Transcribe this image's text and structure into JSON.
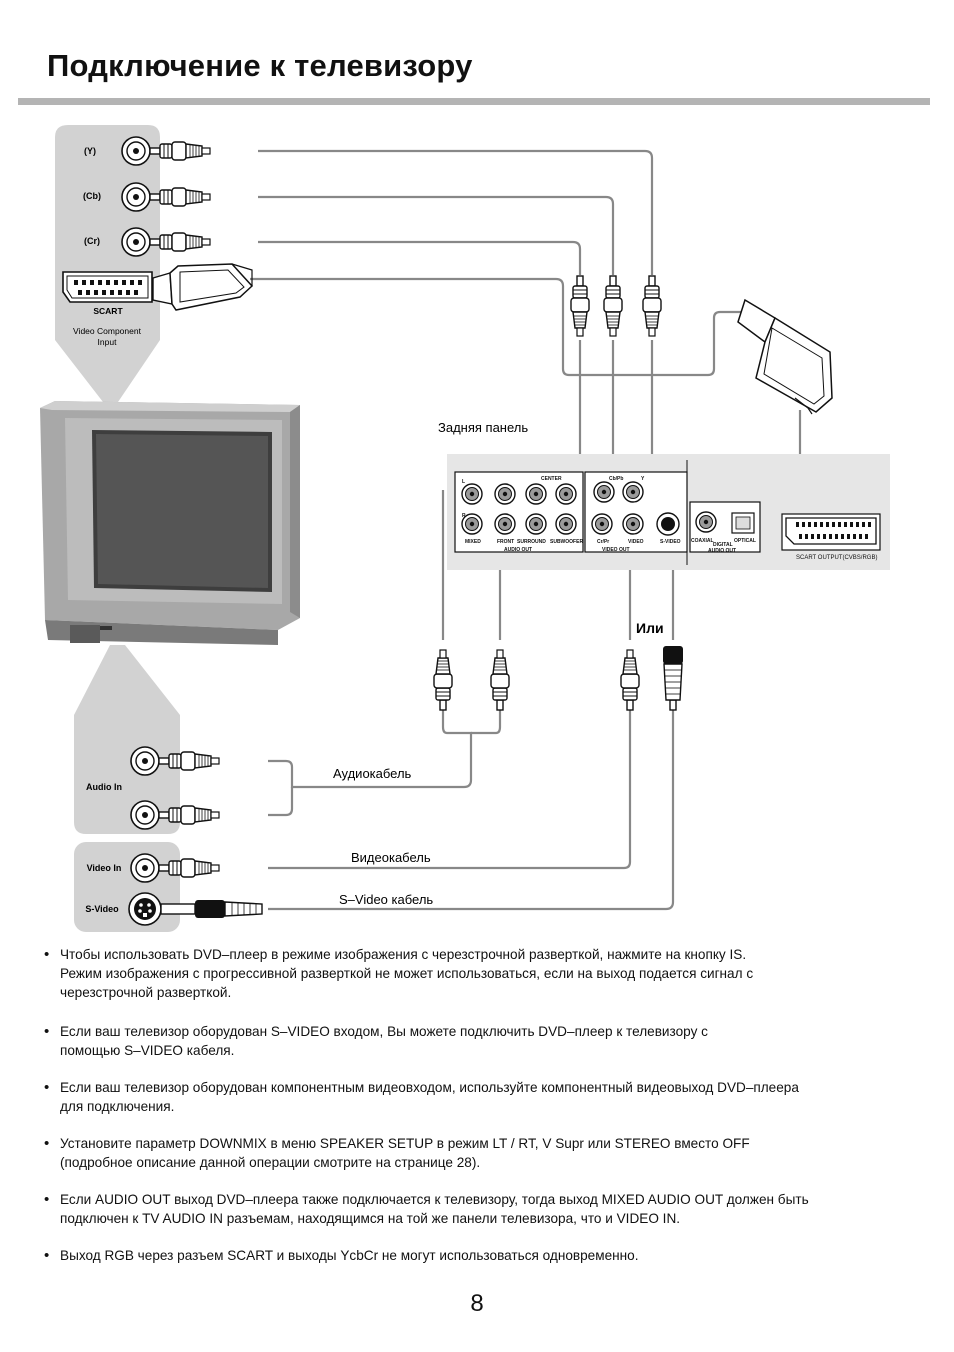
{
  "title": "Подключение к телевизору",
  "colors": {
    "panel_grey": "#d2d2d2",
    "rule_grey": "#b4b4b4",
    "cable": "#888888",
    "text": "#111111"
  },
  "tv_panel": {
    "y_label": "(Y)",
    "cb_label": "(Cb)",
    "cr_label": "(Cr)",
    "scart_label": "SCART",
    "component_caption_1": "Video Component",
    "component_caption_2": "Input",
    "audio_in_label": "Audio In",
    "video_in_label": "Video In",
    "svideo_label": "S-Video"
  },
  "rear_panel": {
    "title": "Задняя панель",
    "mixed": "MIXED",
    "front": "FRONT",
    "surround": "SURROUND",
    "subwoofer": "SUBWOOFER",
    "center": "CENTER",
    "audio_out": "AUDIO OUT",
    "cb_pb": "Cb/Pb",
    "cr_pr": "Cr/Pr",
    "y": "Y",
    "video": "VIDEO",
    "s_video": "S-VIDEO",
    "video_out": "VIDEO OUT",
    "coaxial": "COAXIAL",
    "optical": "OPTICAL",
    "digital": "DIGITAL",
    "digital_audio_out": "AUDIO OUT",
    "scart_output": "SCART OUTPUT(CVBS/RGB)",
    "l": "L",
    "r": "R"
  },
  "labels": {
    "or": "Или",
    "audio_cable": "Аудиокабель",
    "video_cable": "Видеокабель",
    "svideo_cable": "S–Video кабель"
  },
  "notes": [
    "Чтобы использовать DVD–плеер в режиме изображения с черезстрочной разверткой, нажмите на кнопку IS.\nРежим изображения с прогрессивной разверткой не может использоваться, если на выход подается сигнал с\nчерезстрочной разверткой.",
    "Если ваш телевизор оборудован S–VIDEO входом, Вы можете подключить DVD–плеер к телевизору с\nпомощью S–VIDEO кабеля.",
    "Если ваш телевизор оборудован компонентным видеовходом, используйте компонентный видеовыход DVD–плеера\nдля подключения.",
    "Установите параметр DOWNMIX в меню SPEAKER SETUP в режим LT / RT, V Supr или STEREO вместо OFF\n(подробное описание данной операции смотрите на странице 28).",
    "Если AUDIO OUT выход DVD–плеера также подключается к телевизору, тогда выход MIXED AUDIO OUT должен быть\nподключен к TV AUDIO IN разъемам, находящимся на той же панели телевизора, что и VIDEO IN.",
    "Выход RGB через разъем SCART и выходы YcbCr не могут использоваться одновременно."
  ],
  "page_number": "8"
}
